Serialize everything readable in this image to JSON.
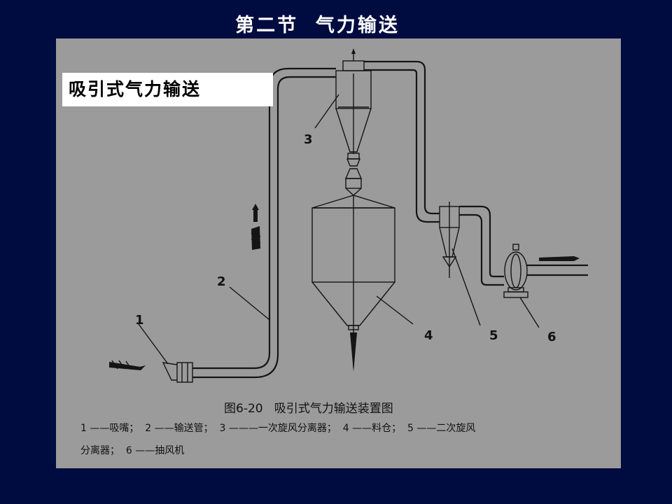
{
  "slide": {
    "title": "第二节  气力输送",
    "subtitle": "吸引式气力输送"
  },
  "figure": {
    "caption": "图6-20   吸引式气力输送装置图",
    "legend_line1": "1 ——吸嘴；  2 ——输送管；  3 ———一次旋风分离器；  4 ——料仓；  5 ——二次旋风",
    "legend_line2": "分离器；  6 ——抽风机",
    "labels": {
      "l1": "1",
      "l2": "2",
      "l3": "3",
      "l4": "4",
      "l5": "5",
      "l6": "6"
    }
  },
  "colors": {
    "background": "#000b3f",
    "panel": "#9b9b9b",
    "line": "#151515"
  }
}
